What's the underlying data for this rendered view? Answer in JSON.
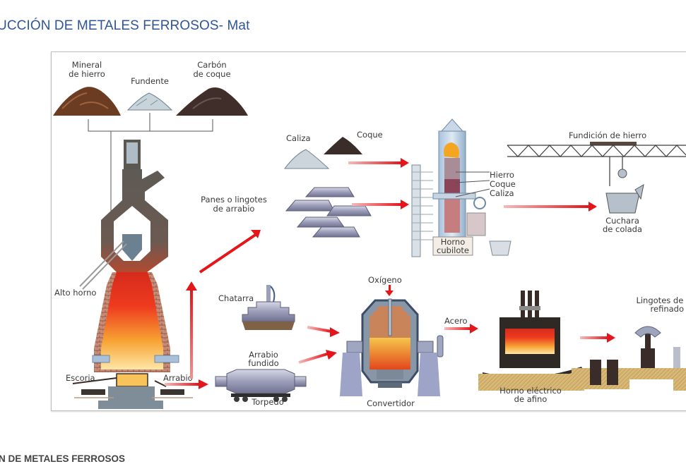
{
  "page": {
    "title": "UCCIÓN DE METALES FERROSOS- Mat",
    "section_heading": "N DE METALES FERROSOS"
  },
  "diagram": {
    "raw_materials": {
      "mineral": [
        "Mineral",
        "de hierro"
      ],
      "fundente": "Fundente",
      "carbon": [
        "Carbón",
        "de coque"
      ]
    },
    "alto_horno": "Alto horno",
    "escoria": "Escoria",
    "arrabio": "Arrabio",
    "caliza": "Caliza",
    "coque": "Coque",
    "panes": [
      "Panes o lingotes",
      "de arrabio"
    ],
    "cubilote_layers": [
      "Hierro",
      "Coque",
      "Caliza"
    ],
    "horno_cubilote": [
      "Horno",
      "cubilote"
    ],
    "fundicion": "Fundición de hierro",
    "cuchara": [
      "Cuchara",
      "de colada"
    ],
    "chatarra": "Chatarra",
    "arrabio_fundido": [
      "Arrabio",
      "fundido"
    ],
    "torpedo": "Torpedo",
    "oxigeno": "Oxígeno",
    "convertidor": "Convertidor",
    "acero": "Acero",
    "horno_electrico": [
      "Horno eléctrico",
      "de afino"
    ],
    "lingotes": [
      "Lingotes de a",
      "refinado"
    ]
  }
}
